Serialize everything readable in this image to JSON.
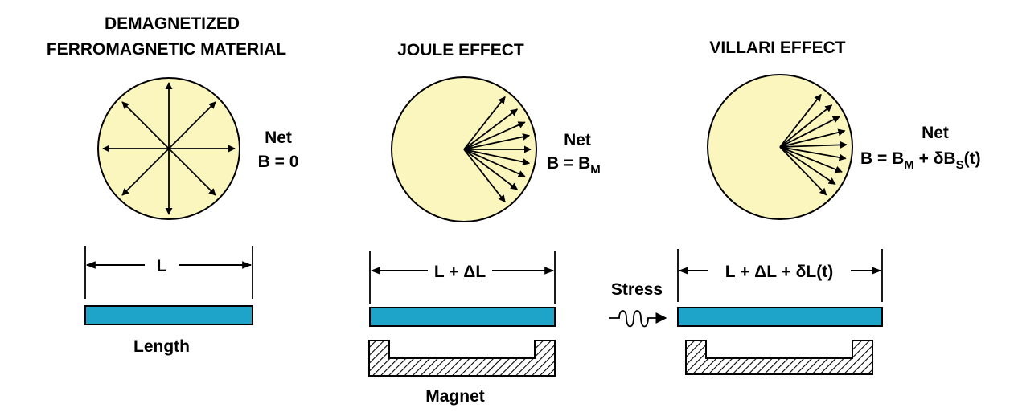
{
  "panels": [
    {
      "title_lines": [
        "DEMAGNETIZED",
        "FERROMAGNETIC MATERIAL"
      ],
      "net_label": "Net",
      "net_value": "B = 0",
      "length_label": "L",
      "bar_caption": "Length"
    },
    {
      "title_lines": [
        "JOULE EFFECT"
      ],
      "net_label": "Net",
      "net_value_parts": [
        "B = B",
        "M"
      ],
      "length_label": "L + ΔL",
      "bar_caption": "Magnet"
    },
    {
      "title_lines": [
        "VILLARI EFFECT"
      ],
      "net_label": "Net",
      "net_value_parts": [
        "B = B",
        "M",
        " + δB",
        "S",
        "(t)"
      ],
      "length_label": "L + ΔL + δL(t)",
      "stress_label": "Stress"
    }
  ],
  "colors": {
    "circle_fill": "#fbf6bd",
    "bar_fill": "#1ea4c9",
    "stroke": "#000000"
  }
}
